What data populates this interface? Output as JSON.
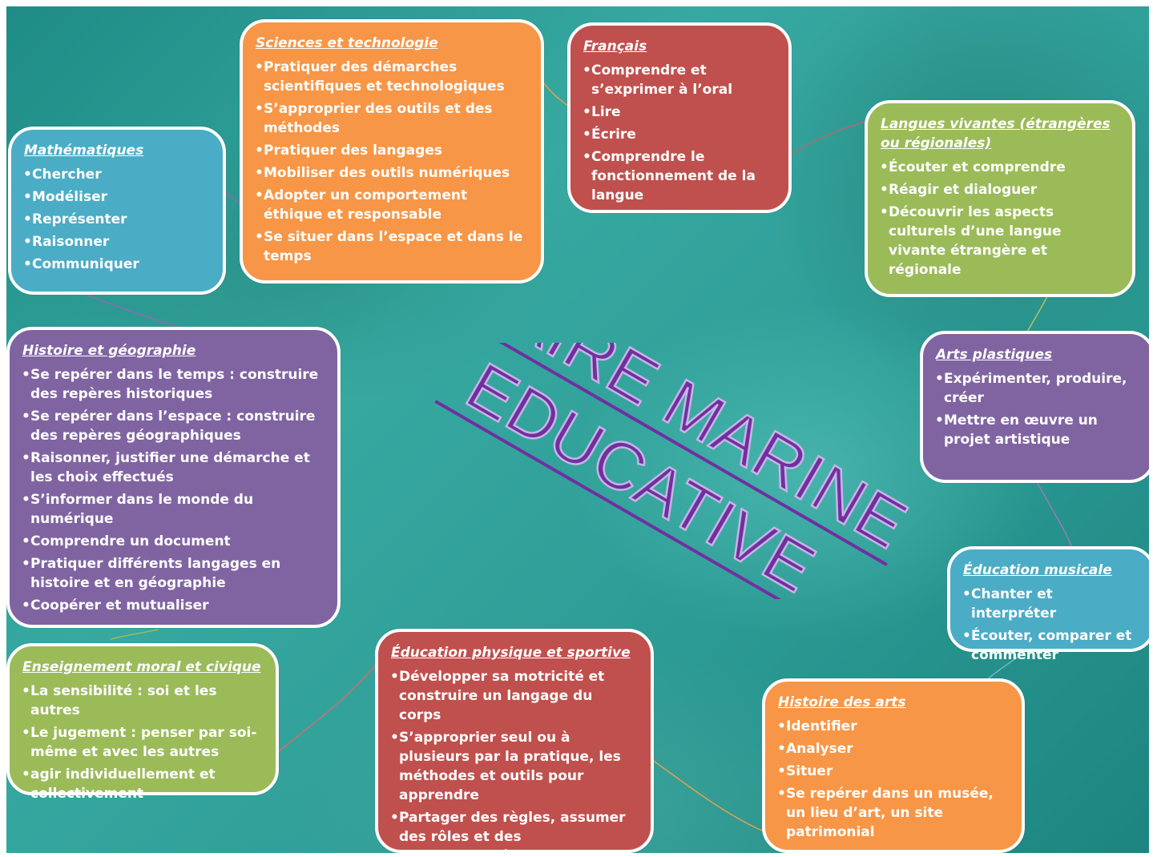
{
  "title": {
    "line1": "AIRE MARINE",
    "line2": "EDUCATIVE"
  },
  "colors": {
    "orange": "#f79646",
    "red": "#c0504d",
    "blue": "#4bacc6",
    "green": "#9bbb59",
    "purple": "#8064a2",
    "title_fill": "#7030a0",
    "title_outline": "#c9b3e6"
  },
  "boxes": {
    "sciences": {
      "title": "Sciences et technologie",
      "items": [
        "Pratiquer des démarches scientifiques et technologiques",
        "S’approprier des outils et des méthodes",
        "Pratiquer des langages",
        "Mobiliser des outils numériques",
        "Adopter un comportement éthique et responsable",
        "Se situer dans l’espace et dans le temps"
      ]
    },
    "francais": {
      "title": "Français",
      "items": [
        "Comprendre et s’exprimer à l’oral",
        "Lire",
        "Écrire",
        "Comprendre le fonctionnement de la langue"
      ]
    },
    "maths": {
      "title": "Mathématiques",
      "items": [
        "Chercher",
        "Modéliser",
        "Représenter",
        "Raisonner",
        "Communiquer"
      ]
    },
    "langues": {
      "title": "Langues vivantes (étrangères ou régionales)",
      "items": [
        "Écouter et comprendre",
        "Réagir et dialoguer",
        "Découvrir les aspects culturels d’une langue vivante étrangère et régionale"
      ]
    },
    "histgeo": {
      "title": "Histoire et géographie",
      "items": [
        "Se repérer dans le temps : construire des repères historiques",
        "Se repérer dans l’espace : construire des repères géographiques",
        "Raisonner, justifier une démarche et les choix effectués",
        "S’informer dans le monde du numérique",
        "Comprendre un document",
        "Pratiquer différents langages en histoire et en géographie",
        "Coopérer et mutualiser"
      ]
    },
    "arts": {
      "title": "Arts plastiques",
      "items": [
        "Expérimenter, produire, créer",
        "Mettre en œuvre un projet artistique"
      ]
    },
    "musique": {
      "title": "Éducation musicale",
      "items": [
        "Chanter et interpréter",
        "Écouter, comparer et commenter"
      ]
    },
    "emc": {
      "title": "Enseignement moral et civique",
      "items": [
        "La sensibilité : soi et les autres",
        "Le jugement : penser par soi-même et avec les autres",
        "agir individuellement et collectivement"
      ]
    },
    "eps": {
      "title": "Éducation physique et sportive",
      "items": [
        "Développer sa motricité et construire un langage du corps",
        "S’approprier seul ou à plusieurs par la pratique, les méthodes et outils pour apprendre",
        "Partager des règles, assumer des rôles et des responsabilités"
      ]
    },
    "histarts": {
      "title": "Histoire des arts",
      "items": [
        "Identifier",
        "Analyser",
        "Situer",
        "Se repérer dans un musée, un lieu d’art, un site patrimonial"
      ]
    }
  }
}
